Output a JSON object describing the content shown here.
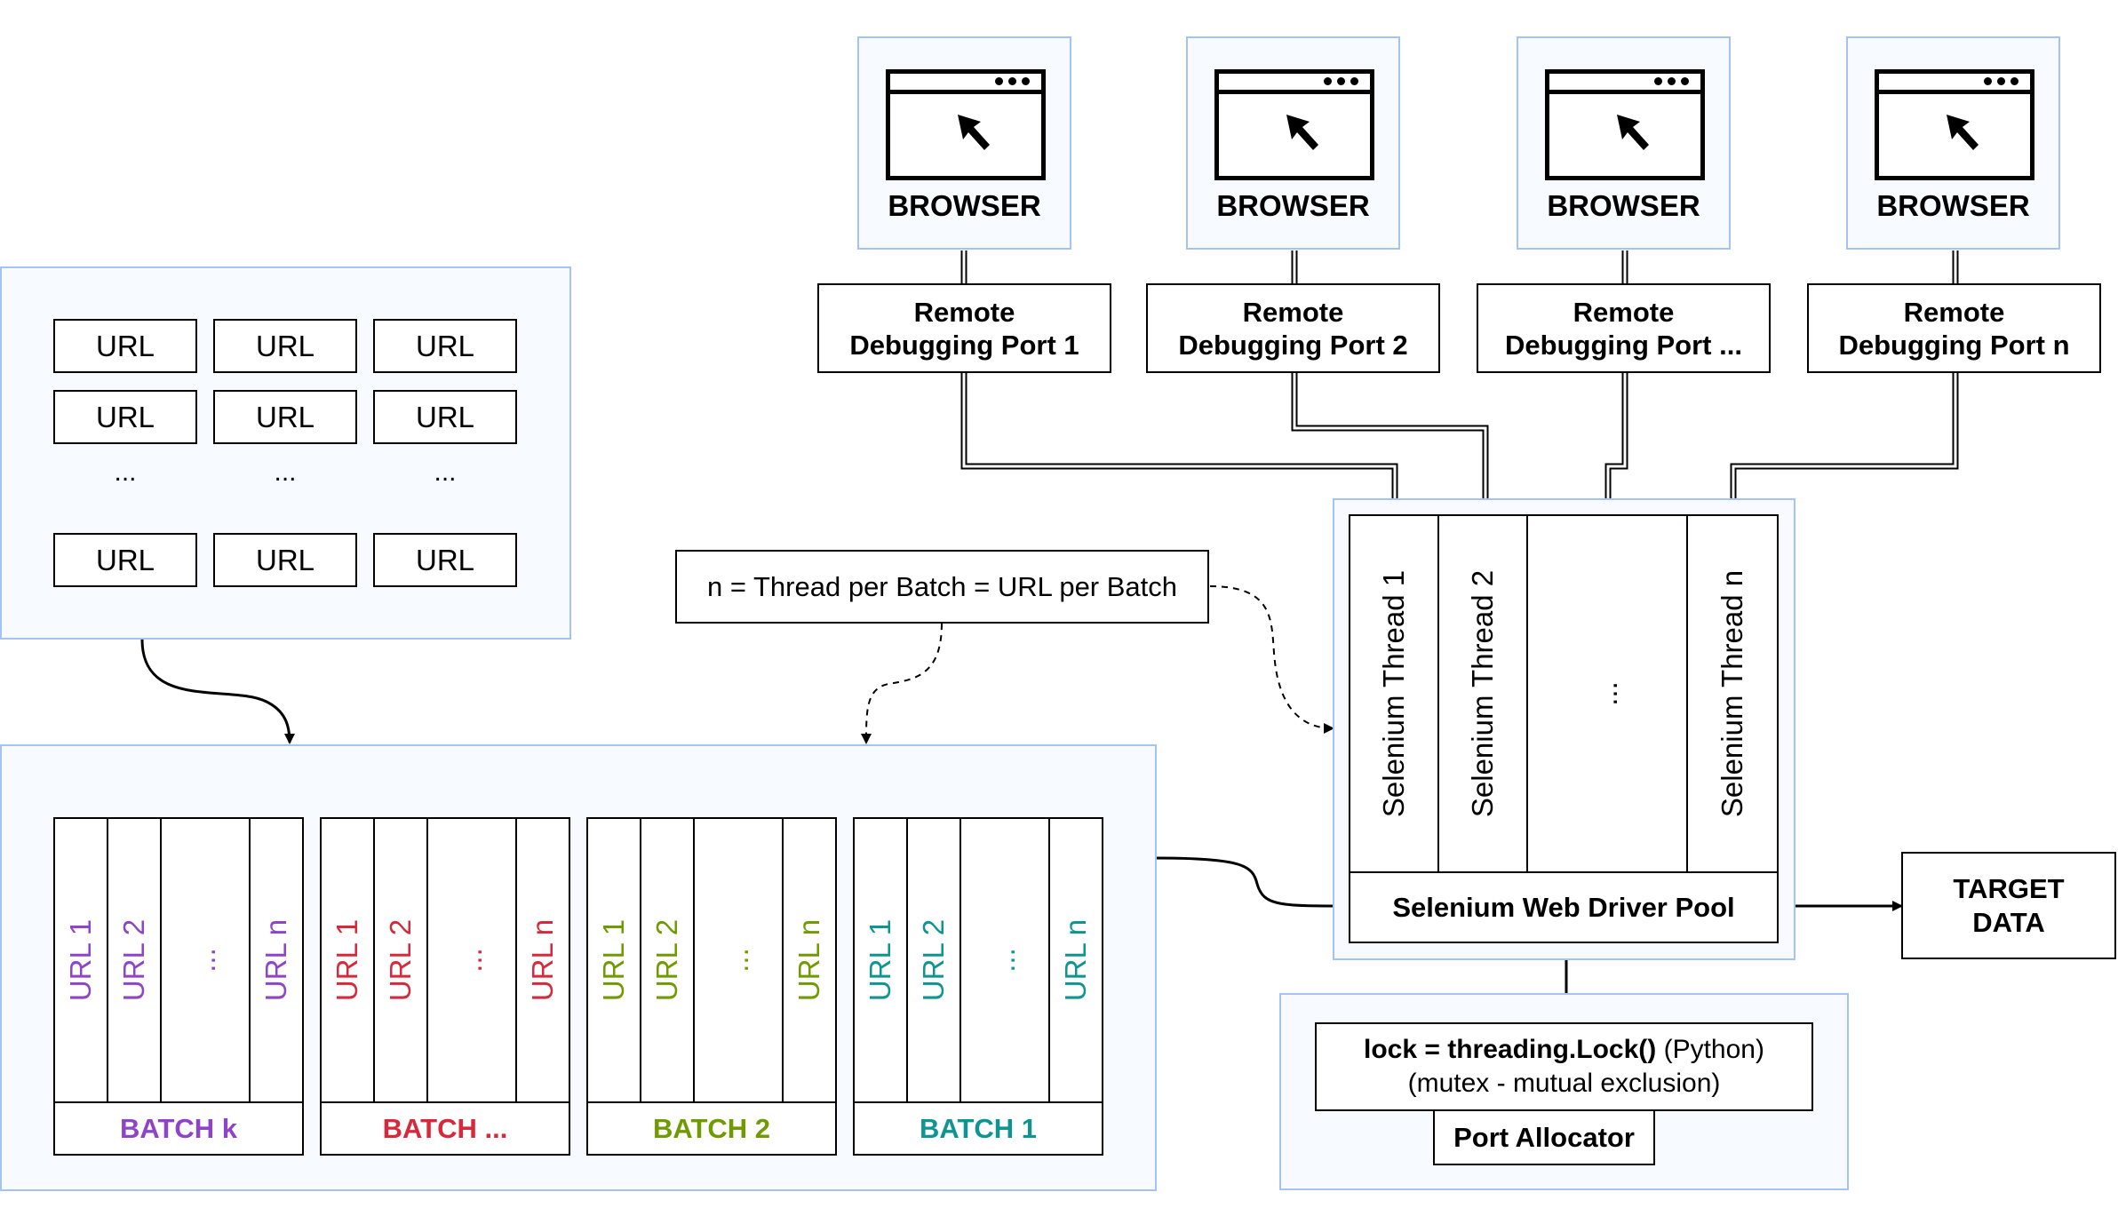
{
  "browsers": [
    {
      "label": "BROWSER",
      "port": "Remote\nDebugging Port 1"
    },
    {
      "label": "BROWSER",
      "port": "Remote\nDebugging Port 2"
    },
    {
      "label": "BROWSER",
      "port": "Remote\nDebugging Port ..."
    },
    {
      "label": "BROWSER",
      "port": "Remote\nDebugging Port n"
    }
  ],
  "url_grid": {
    "cell": "URL",
    "ellipsis": "..."
  },
  "batches": [
    {
      "name": "BATCH k",
      "color": "#8e44c9",
      "urls": [
        "URL 1",
        "URL 2",
        "...",
        "URL n"
      ]
    },
    {
      "name": "BATCH ...",
      "color": "#d6293b",
      "urls": [
        "URL 1",
        "URL 2",
        "...",
        "URL n"
      ]
    },
    {
      "name": "BATCH 2",
      "color": "#6f9a00",
      "urls": [
        "URL 1",
        "URL 2",
        "...",
        "URL n"
      ]
    },
    {
      "name": "BATCH 1",
      "color": "#0e9592",
      "urls": [
        "URL 1",
        "URL 2",
        "...",
        "URL n"
      ]
    }
  ],
  "note": "n = Thread per Batch = URL per Batch",
  "pool": {
    "threads": [
      "Selenium Thread 1",
      "Selenium Thread 2",
      "...",
      "Selenium Thread n"
    ],
    "title": "Selenium Web Driver Pool"
  },
  "target": "TARGET\nDATA",
  "allocator": {
    "lock_code": "lock = threading.Lock()",
    "lock_lang": " (Python)",
    "mutex": "(mutex - mutual exclusion)",
    "title": "Port Allocator"
  }
}
